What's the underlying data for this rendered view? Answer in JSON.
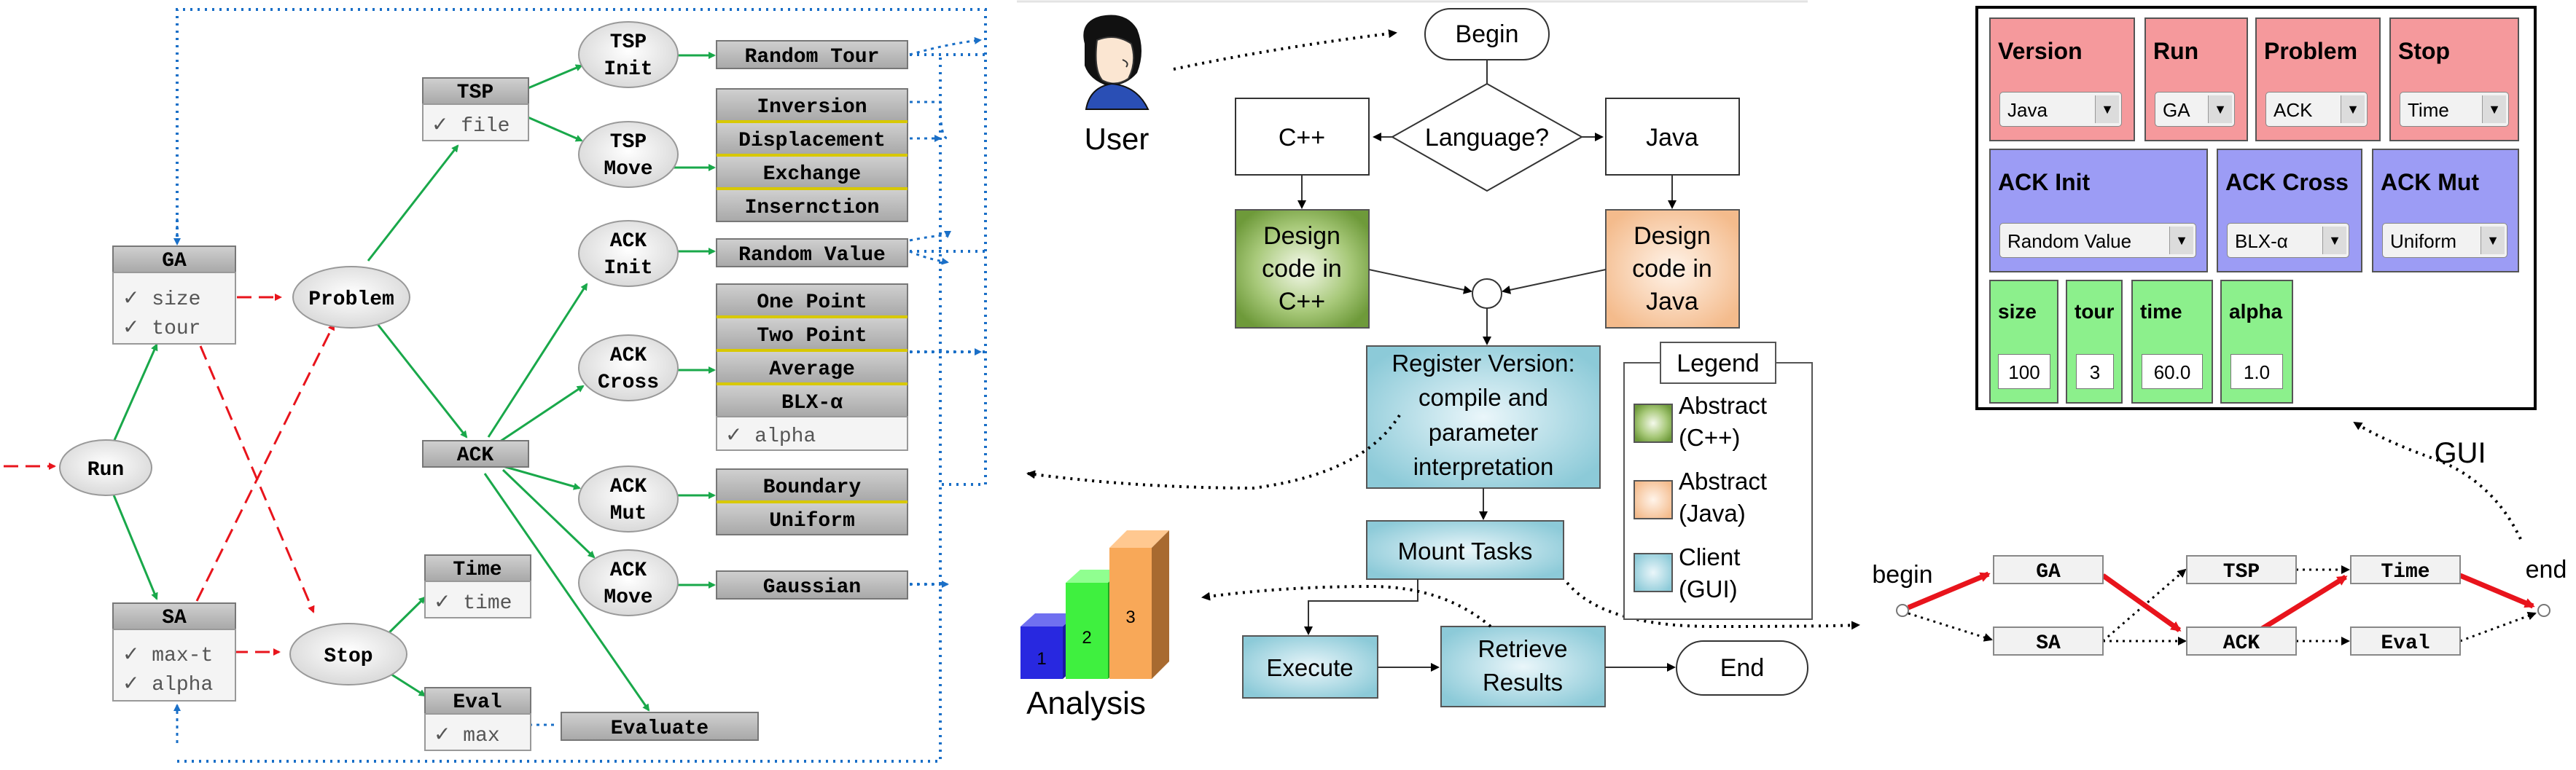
{
  "left_diagram": {
    "run": "Run",
    "ga": {
      "title": "GA",
      "params": [
        "✓ size",
        "✓ tour"
      ]
    },
    "sa": {
      "title": "SA",
      "params": [
        "✓ max-t",
        "✓ alpha"
      ]
    },
    "problem": "Problem",
    "stop": "Stop",
    "tsp": {
      "title": "TSP",
      "params": [
        "✓ file"
      ]
    },
    "ack": {
      "title": "ACK"
    },
    "time": {
      "title": "Time",
      "params": [
        "✓ time"
      ]
    },
    "eval": {
      "title": "Eval",
      "params": [
        "✓ max"
      ]
    },
    "tsp_init": [
      "TSP",
      "Init"
    ],
    "tsp_move": [
      "TSP",
      "Move"
    ],
    "ack_init": [
      "ACK",
      "Init"
    ],
    "ack_cross": [
      "ACK",
      "Cross"
    ],
    "ack_mut": [
      "ACK",
      "Mut"
    ],
    "ack_move": [
      "ACK",
      "Move"
    ],
    "random_tour": "Random Tour",
    "tsp_move_ops": [
      "Inversion",
      "Displacement",
      "Exchange",
      "Insernction"
    ],
    "random_value": "Random Value",
    "cross_ops": [
      "One Point",
      "Two Point",
      "Average",
      "BLX-α"
    ],
    "cross_param": "✓ alpha",
    "mut_ops": [
      "Boundary",
      "Uniform"
    ],
    "gaussian": "Gaussian",
    "evaluate": "Evaluate"
  },
  "flowchart": {
    "user": "User",
    "begin": "Begin",
    "language": "Language?",
    "cpp": "C++",
    "java": "Java",
    "design_cpp": [
      "Design",
      "code in",
      "C++"
    ],
    "design_java": [
      "Design",
      "code in",
      "Java"
    ],
    "register": [
      "Register Version:",
      "compile and",
      "parameter",
      "interpretation"
    ],
    "mount": "Mount Tasks",
    "execute": "Execute",
    "retrieve": [
      "Retrieve",
      "Results"
    ],
    "end": "End",
    "analysis": "Analysis",
    "bar_labels": [
      "1",
      "2",
      "3"
    ],
    "legend": {
      "title": "Legend",
      "items": [
        {
          "label": [
            "Abstract",
            "(C++)"
          ],
          "color": "#7fa84a"
        },
        {
          "label": [
            "Abstract",
            "(Java)"
          ],
          "color": "#f5bf96"
        },
        {
          "label": [
            "Client",
            "(GUI)"
          ],
          "color": "#8cc9d6"
        }
      ]
    }
  },
  "gui": {
    "label": "GUI",
    "row1": [
      {
        "label": "Version",
        "value": "Java"
      },
      {
        "label": "Run",
        "value": "GA"
      },
      {
        "label": "Problem",
        "value": "ACK"
      },
      {
        "label": "Stop",
        "value": "Time"
      }
    ],
    "row2": [
      {
        "label": "ACK Init",
        "value": "Random Value"
      },
      {
        "label": "ACK Cross",
        "value": "BLX-α"
      },
      {
        "label": "ACK Mut",
        "value": "Uniform"
      }
    ],
    "row3": [
      {
        "label": "size",
        "value": "100"
      },
      {
        "label": "tour",
        "value": "3"
      },
      {
        "label": "time",
        "value": "60.0"
      },
      {
        "label": "alpha",
        "value": "1.0"
      }
    ],
    "arrow_glyph": "▼"
  },
  "path": {
    "begin": "begin",
    "end": "end",
    "nodes": [
      "GA",
      "SA",
      "TSP",
      "ACK",
      "Time",
      "Eval"
    ]
  },
  "colors": {
    "green_arrow": "#19a84a",
    "red_dashed": "#e8141c",
    "blue_dotted": "#1a6fc7",
    "node_header": "#b4b4b4",
    "separator": "#d8c800"
  }
}
